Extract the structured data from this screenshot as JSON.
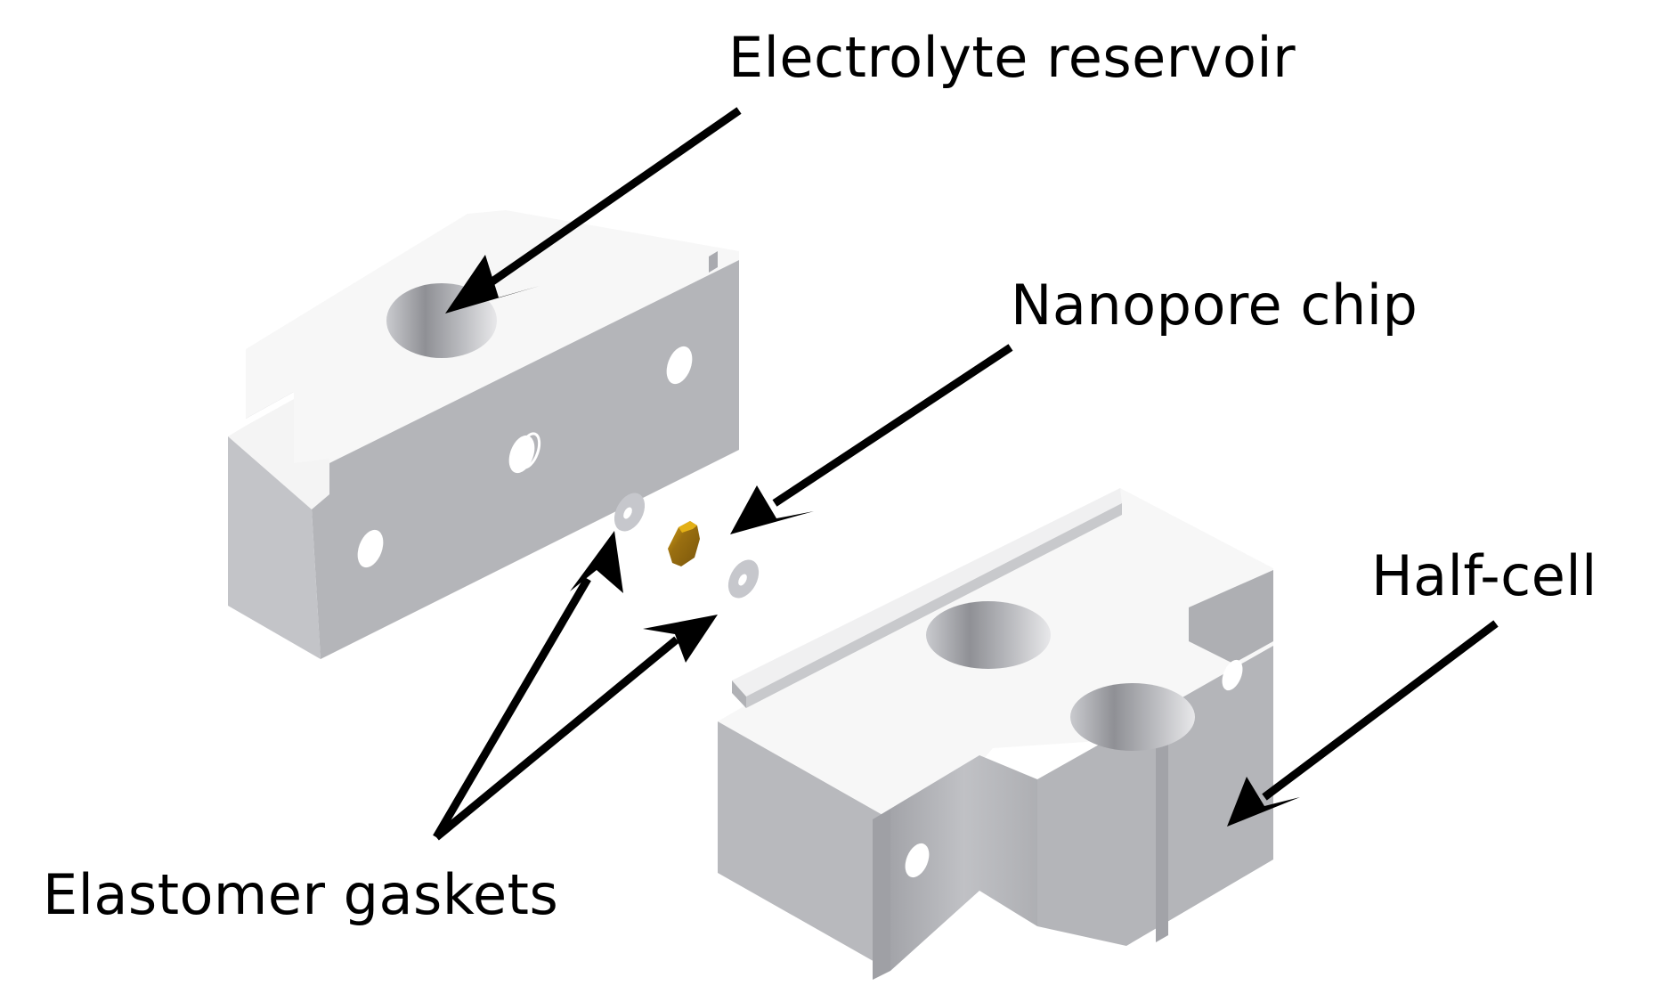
{
  "figure": {
    "title": "Exploded view of nanopore flow cell assembly",
    "labels": {
      "reservoir": "Electrolyte reservoir",
      "chip": "Nanopore chip",
      "half_cell": "Half-cell",
      "gaskets": "Elastomer gaskets"
    },
    "components": [
      {
        "id": "left-block",
        "name": "Half-cell (reservoir side)"
      },
      {
        "id": "gasket-1",
        "name": "Elastomer gasket"
      },
      {
        "id": "chip",
        "name": "Nanopore chip"
      },
      {
        "id": "gasket-2",
        "name": "Elastomer gasket"
      },
      {
        "id": "right-block",
        "name": "Half-cell"
      }
    ],
    "colors": {
      "top_face": "#f7f7f7",
      "side_face": "#b4b5b9",
      "side_face_dark": "#a7a8ad",
      "hole_shadow": "#9a9ba0",
      "gasket": "#c6c7cc",
      "chip": "#8a6410",
      "chip_highlight": "#d9a412",
      "arrow": "#000000"
    }
  }
}
